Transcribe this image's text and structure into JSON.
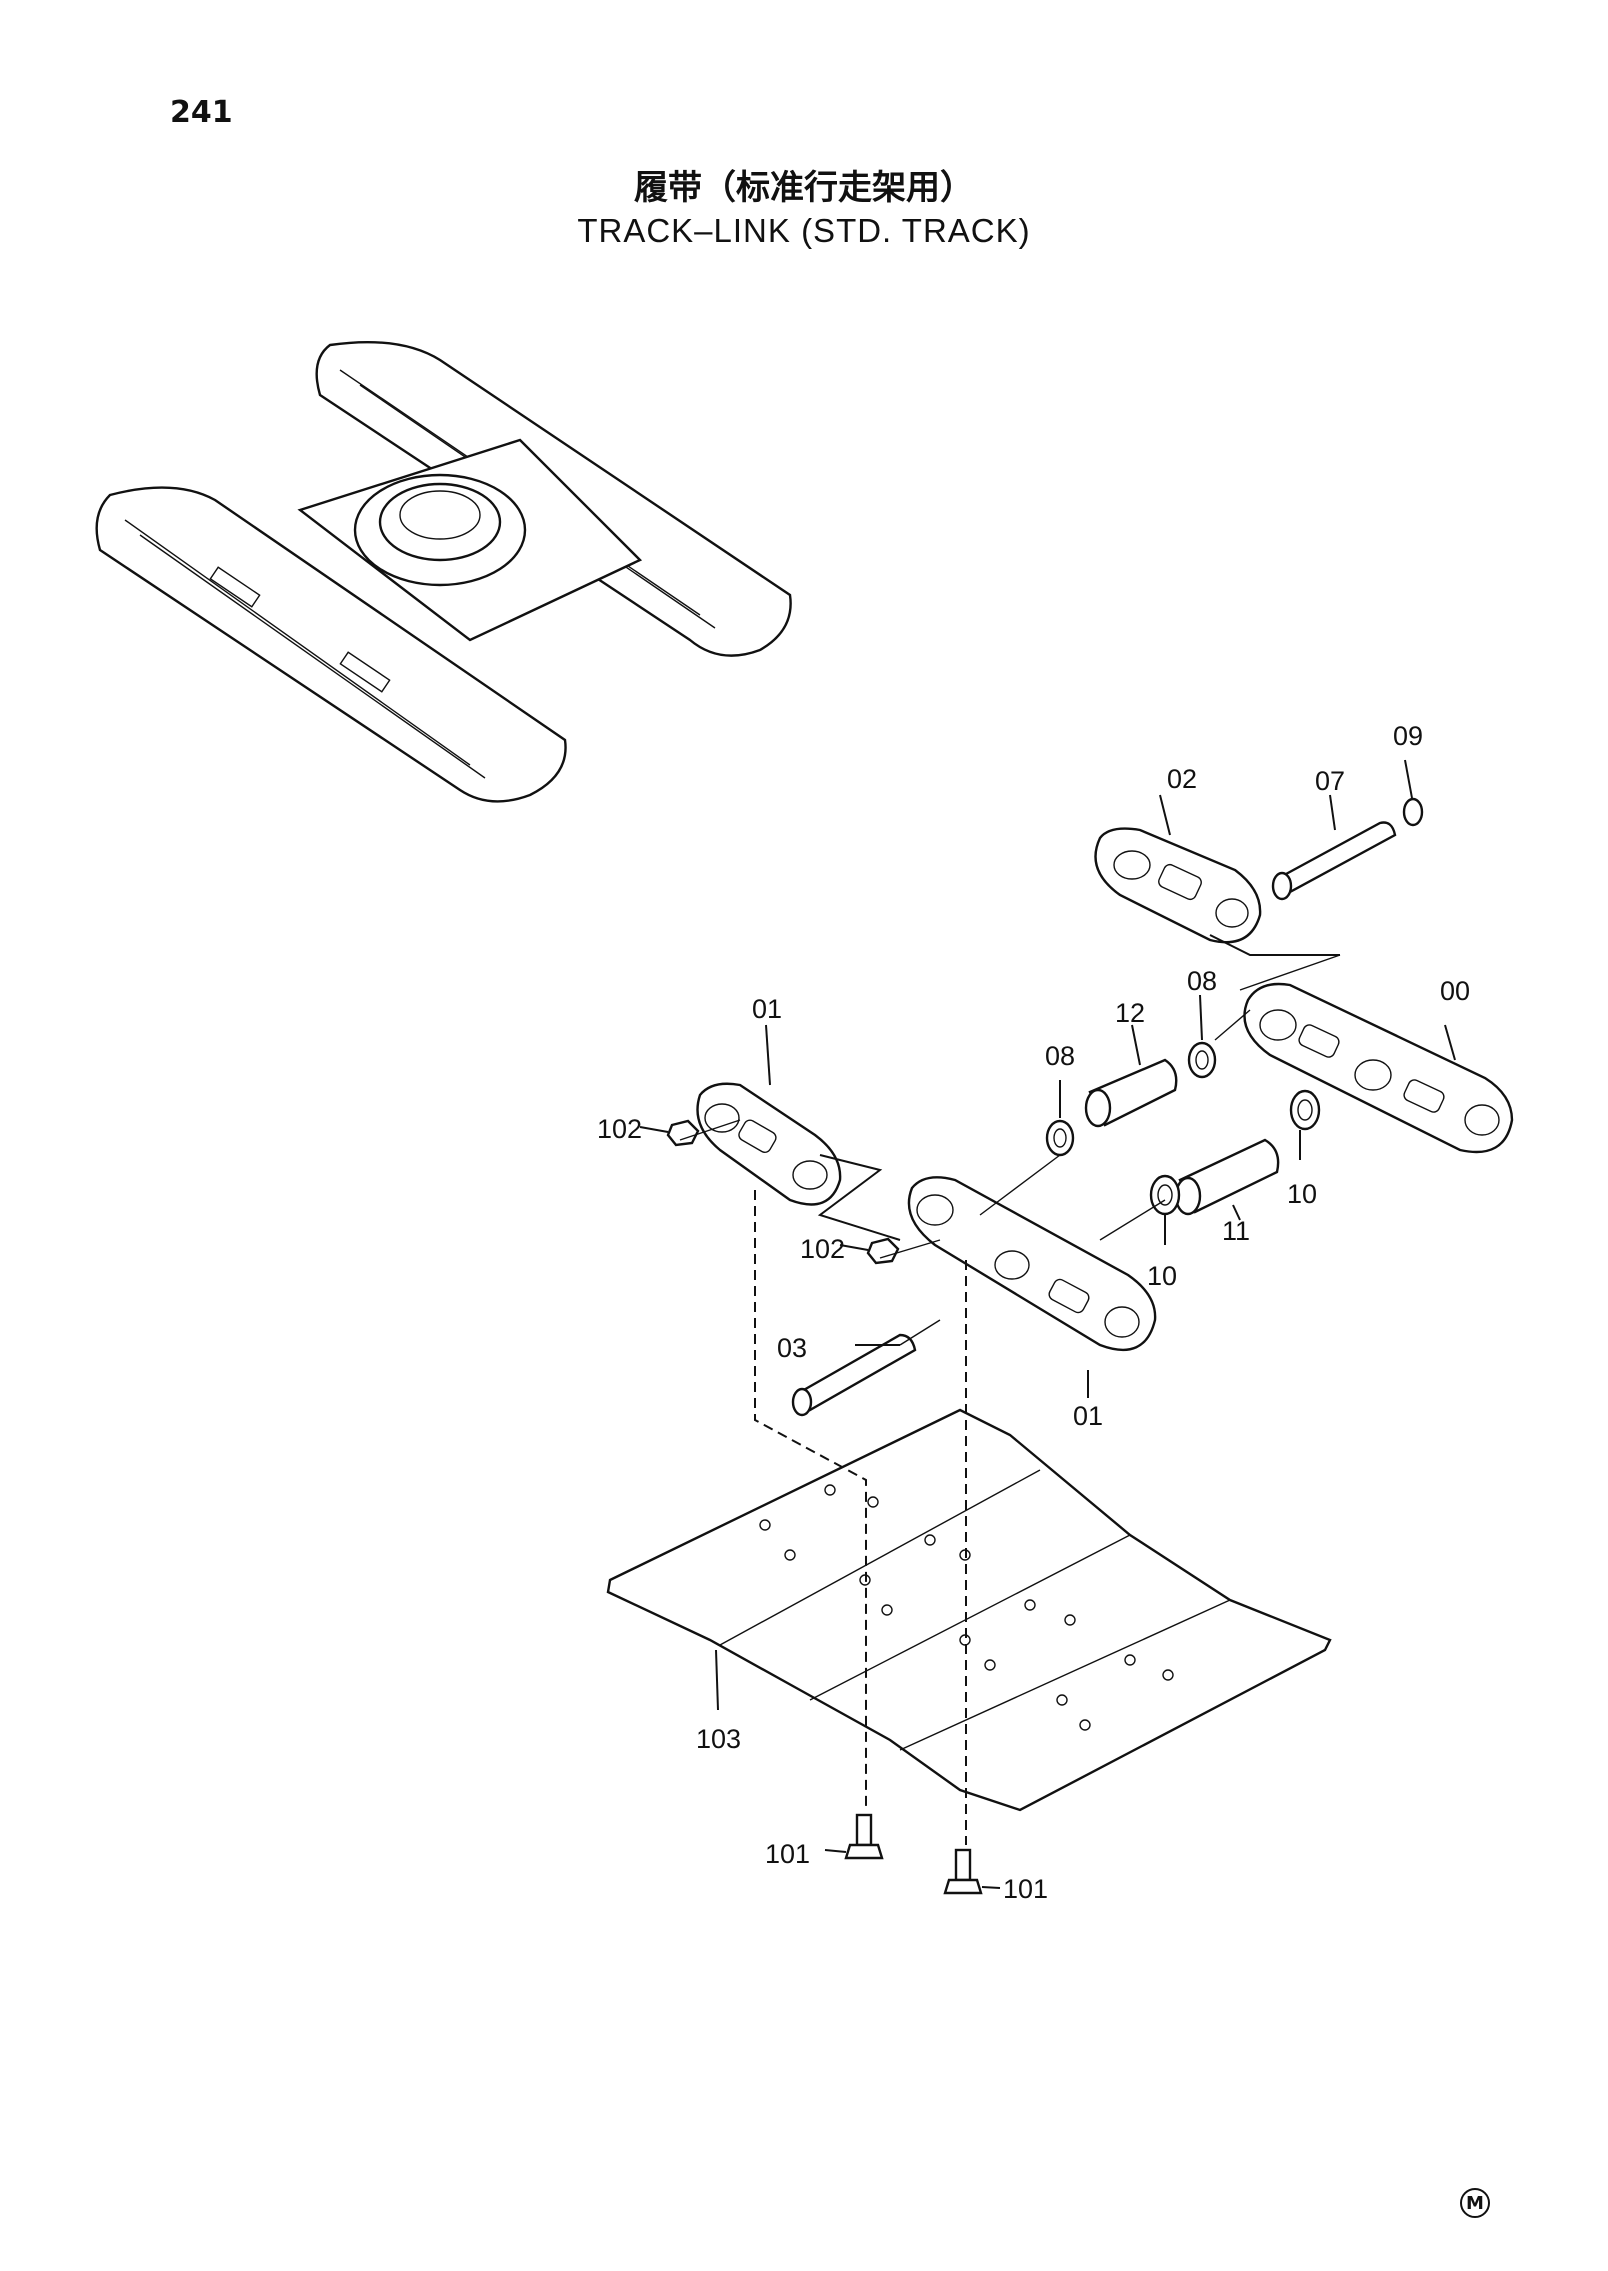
{
  "page": {
    "number": "241"
  },
  "title": {
    "cn": "履带（标准行走架用）",
    "en": "TRACK–LINK (STD. TRACK)"
  },
  "callouts": {
    "c00": "00",
    "c01a": "01",
    "c01b": "01",
    "c02": "02",
    "c03": "03",
    "c07": "07",
    "c08a": "08",
    "c08b": "08",
    "c09": "09",
    "c10a": "10",
    "c10b": "10",
    "c11": "11",
    "c12": "12",
    "c101a": "101",
    "c101b": "101",
    "c102a": "102",
    "c102b": "102",
    "c103": "103"
  },
  "footer": {
    "mark": "M"
  }
}
